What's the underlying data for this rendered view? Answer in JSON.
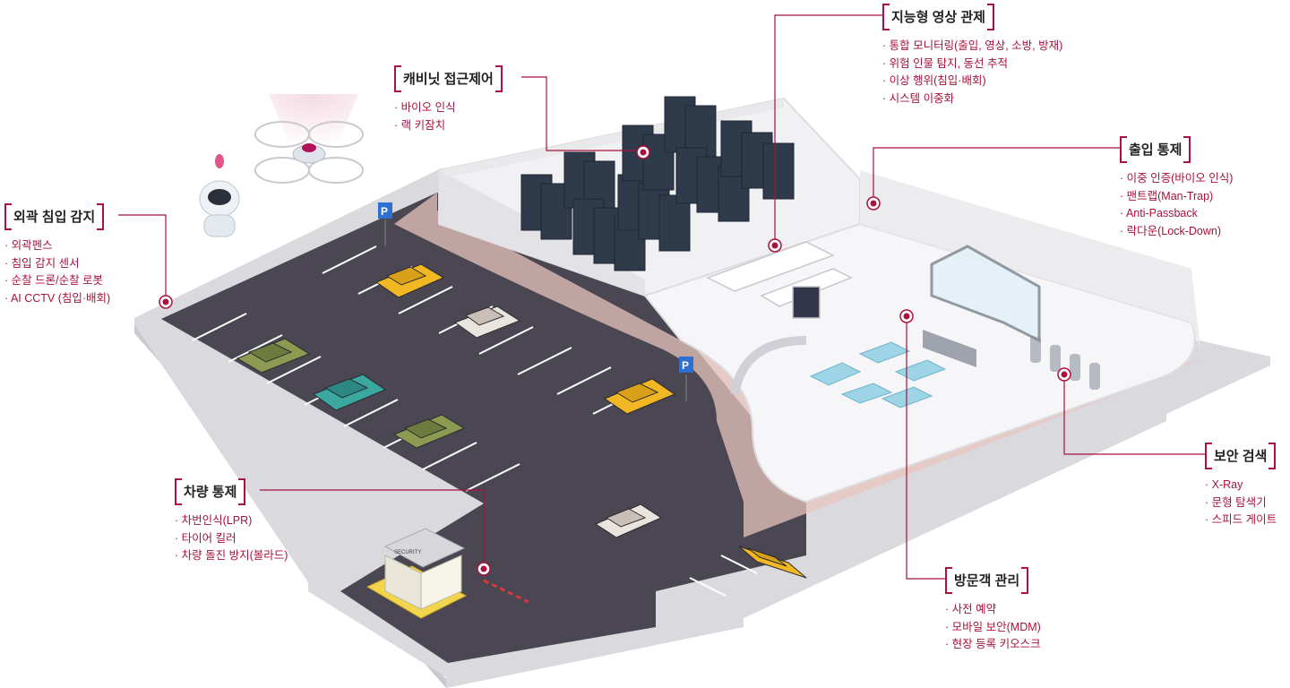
{
  "colors": {
    "accent": "#a8123c",
    "asphalt": "#4a4652",
    "floor": "#f4f4f6",
    "wall": "#e6e6ea",
    "path": "#e8c4bc"
  },
  "callouts": [
    {
      "id": "perimeter",
      "title": "외곽 침입 감지",
      "items": [
        "외곽펜스",
        "침입 감지 센서",
        "순찰 드론/순찰 로봇",
        "AI CCTV (침입·배회)"
      ]
    },
    {
      "id": "cabinet",
      "title": "캐비닛 접근제어",
      "items": [
        "바이오 인식",
        "랙 키잠치"
      ]
    },
    {
      "id": "video",
      "title": "지능형 영상 관제",
      "items": [
        "통합 모니터링(출입, 영상, 소방, 방재)",
        "위험 인물 탐지, 동선 추적",
        "이상 행위(침입·배회)",
        "시스템 이중화"
      ]
    },
    {
      "id": "access",
      "title": "출입 통제",
      "items": [
        "이중 인증(바이오 인식)",
        "맨트랩(Man-Trap)",
        "Anti-Passback",
        "락다운(Lock-Down)"
      ]
    },
    {
      "id": "screening",
      "title": "보안 검색",
      "items": [
        "X-Ray",
        "문형 탐색기",
        "스피드 게이트"
      ]
    },
    {
      "id": "visitor",
      "title": "방문객 관리",
      "items": [
        "사전 예약",
        "모바일 보안(MDM)",
        "현장 등록 키오스크"
      ]
    },
    {
      "id": "vehicle",
      "title": "차량 통제",
      "items": [
        "차번인식(LPR)",
        "타이어 킬러",
        "차량 돌진 방지(볼라드)"
      ]
    }
  ],
  "parking_sign": "P",
  "booth_sign": "SECURITY"
}
